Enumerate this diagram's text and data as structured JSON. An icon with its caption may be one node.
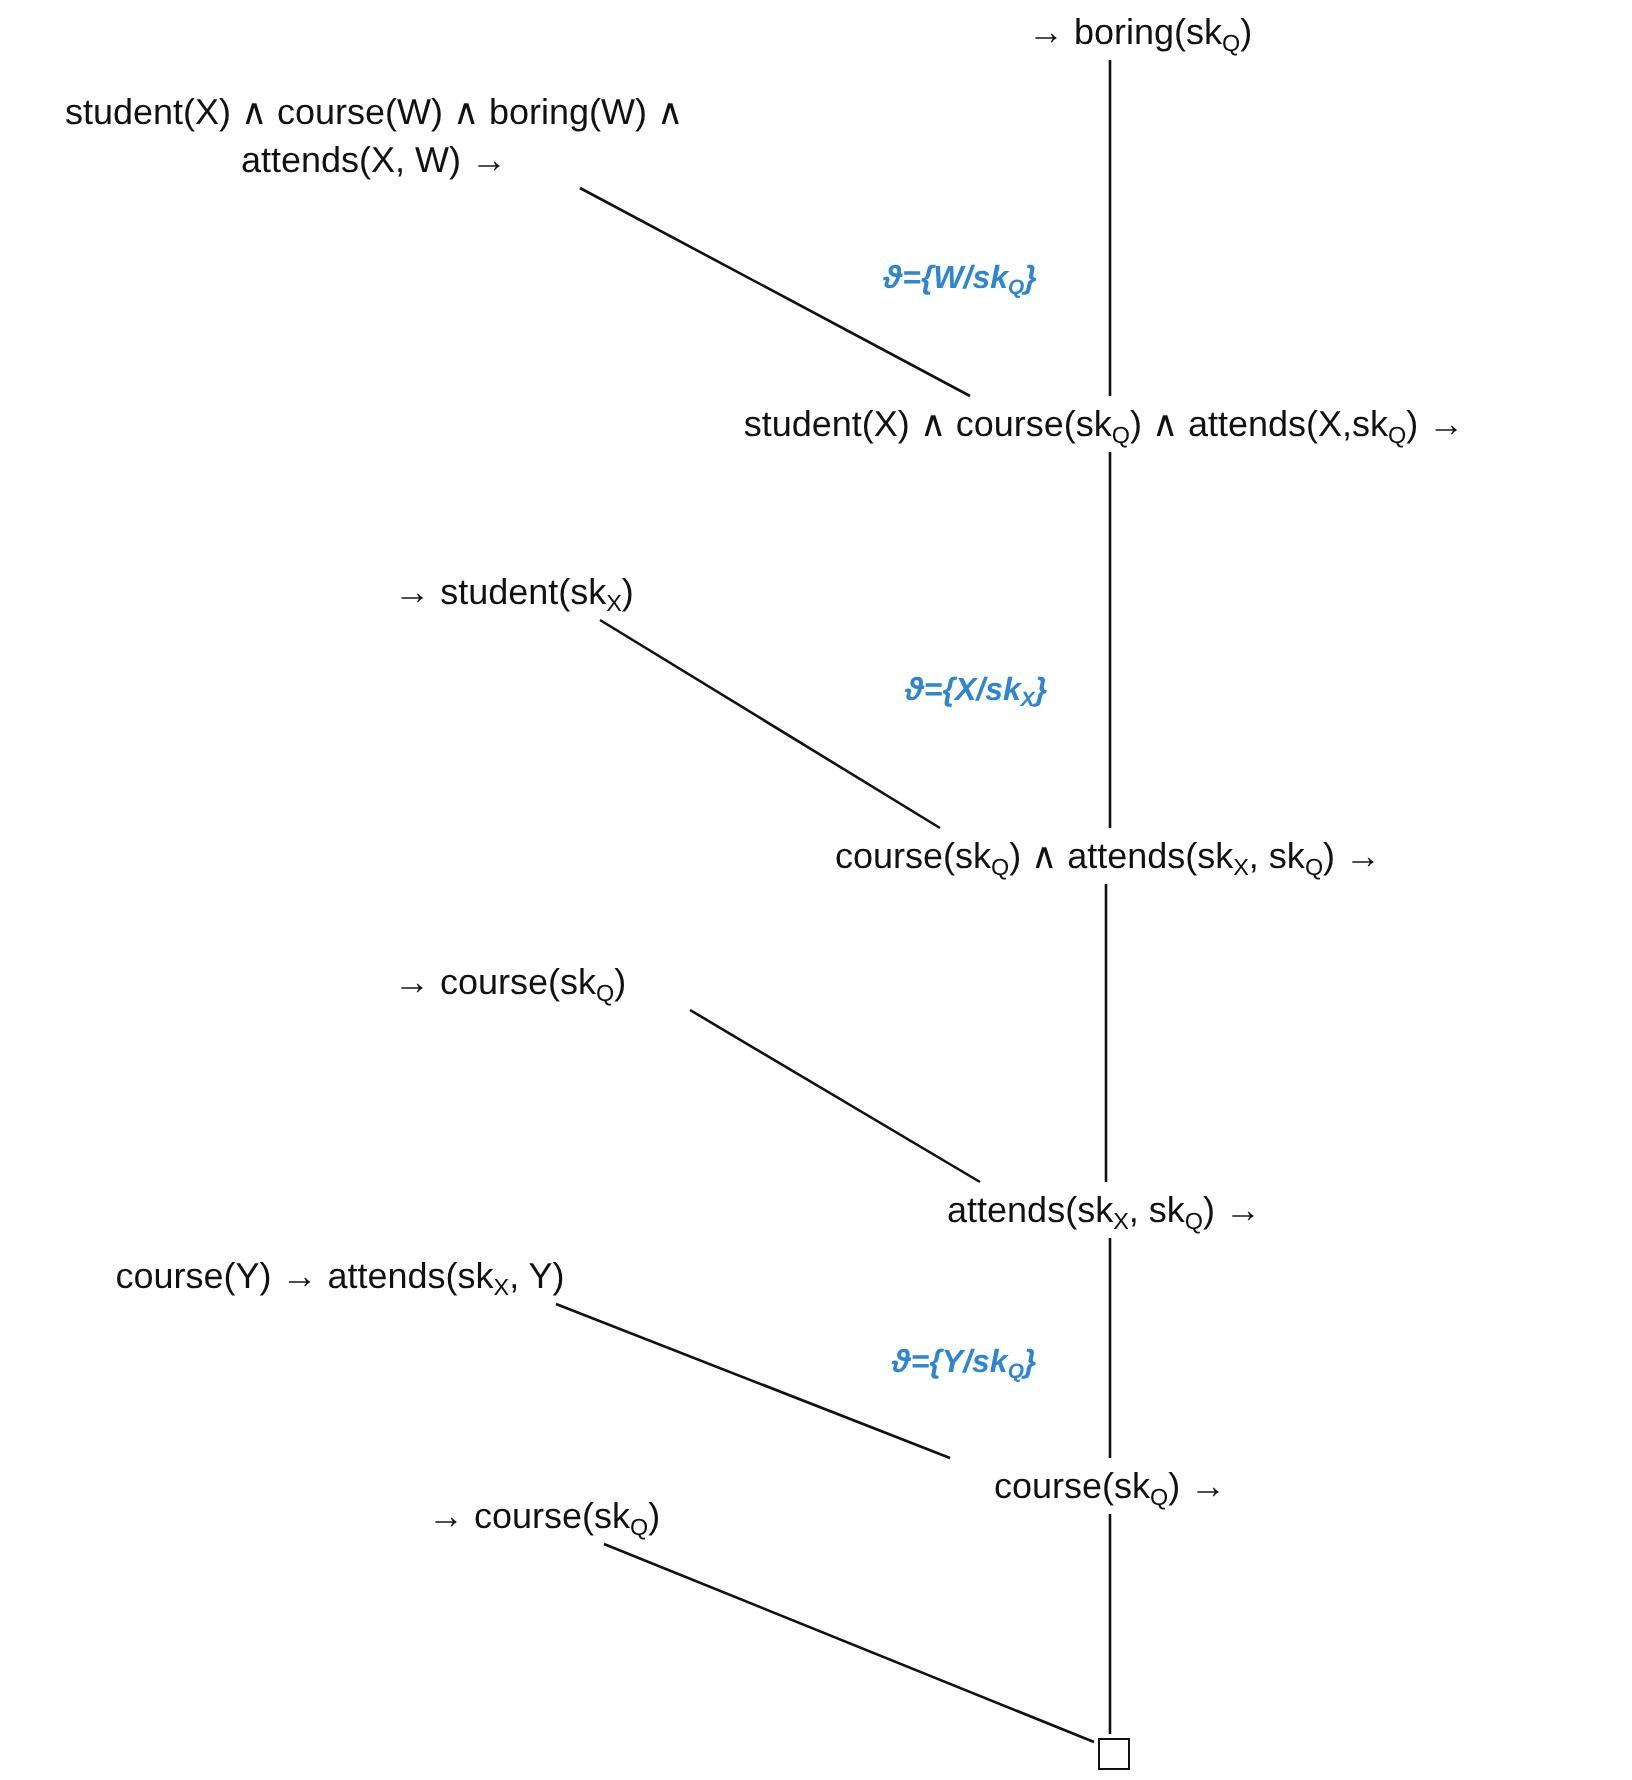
{
  "diagram": {
    "nodes": [
      {
        "text": [
          "→ boring(sk$_{Q}$)"
        ]
      },
      {
        "text": [
          "student(X) ∧ course(W) ∧ boring(W) ∧ attends(X, W) →"
        ]
      },
      {
        "text": [
          "student(X) ∧ course(sk$_{Q}$) ∧ attends(X,sk$_{Q}$) →"
        ]
      },
      {
        "text": [
          "→ student(sk$_{X}$)"
        ]
      },
      {
        "text": [
          "course(sk$_{Q}$) ∧ attends(sk$_{X}$, sk$_{Q}$) →"
        ]
      },
      {
        "text": [
          "→ course(sk$_{Q}$)"
        ]
      },
      {
        "text": [
          "attends(sk$_{X}$, sk$_{Q}$) →"
        ]
      },
      {
        "text": [
          "course(Y) → attends(sk$_{X}$, Y)"
        ]
      },
      {
        "text": [
          "course(sk$_{Q}$) →"
        ]
      },
      {
        "text": [
          "→ course(sk$_{Q}$)"
        ]
      },
      {
        "text": [],
        "shape": "box"
      }
    ],
    "edges": [
      {
        "from": 0,
        "to": 2,
        "arrow": "none"
      },
      {
        "from": 1,
        "to": 2,
        "arrow": "none"
      },
      {
        "from": 2,
        "to": 4,
        "arrow": "none"
      },
      {
        "from": 3,
        "to": 4,
        "arrow": "none"
      },
      {
        "from": 4,
        "to": 6,
        "arrow": "none"
      },
      {
        "from": 5,
        "to": 6,
        "arrow": "none"
      },
      {
        "from": 6,
        "to": 8,
        "arrow": "none"
      },
      {
        "from": 7,
        "to": 8,
        "arrow": "none"
      },
      {
        "from": 8,
        "to": 10,
        "arrow": "none"
      },
      {
        "from": 9,
        "to": 10,
        "arrow": "none"
      }
    ],
    "labels": [
      "ϑ={W/sk$_{Q}$}",
      "ϑ={X/sk$_{X}$}",
      "ϑ={Y/sk$_{Q}$}"
    ]
  }
}
